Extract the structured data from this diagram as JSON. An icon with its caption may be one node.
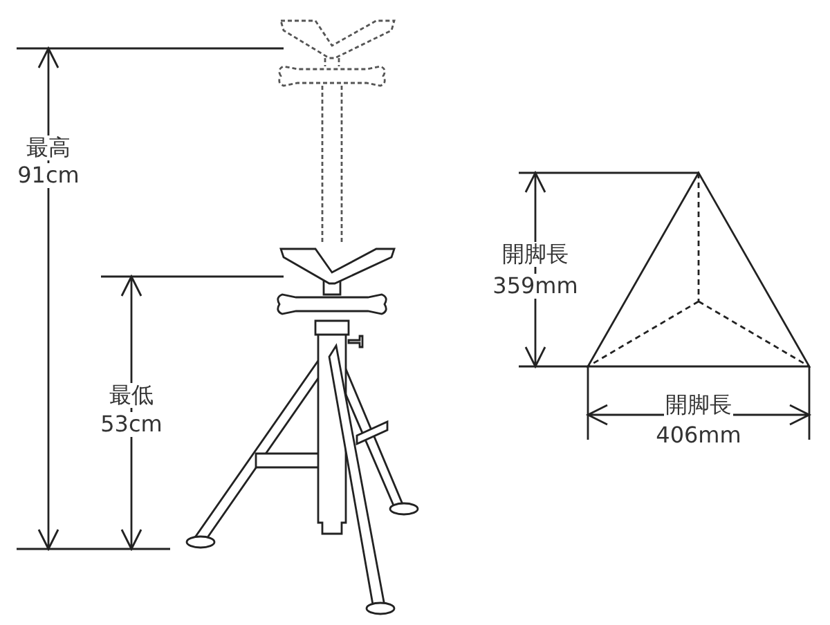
{
  "diagram": {
    "labels": [
      "最高",
      "91cm",
      "開脚長",
      "359mm",
      "最低",
      "53cm",
      "開脚長",
      "406mm"
    ]
  }
}
